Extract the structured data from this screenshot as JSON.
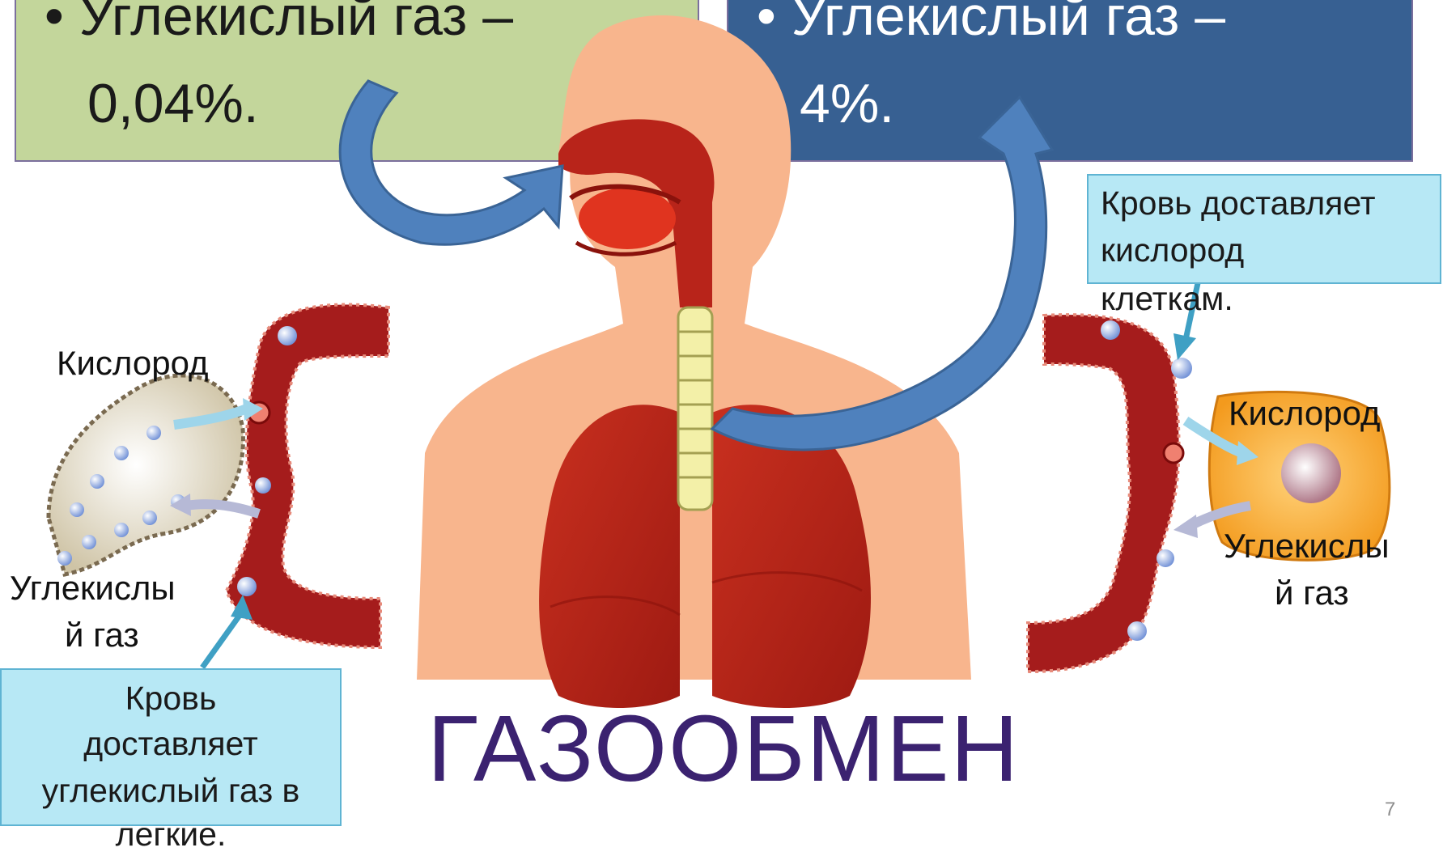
{
  "inhaled_box": {
    "line1": "• Углекислый газ –",
    "line2": "0,04%."
  },
  "exhaled_box": {
    "line1": "• Углекислый газ –",
    "line2": "4%."
  },
  "left_labels": {
    "oxygen": "Кислород",
    "co2_line1": "Углекислы",
    "co2_line2": "й газ"
  },
  "right_labels": {
    "oxygen": "Кислород",
    "co2_line1": "Углекислы",
    "co2_line2": "й газ"
  },
  "callout_right": {
    "line1": "Кровь доставляет",
    "line2": "кислород",
    "line3": "клеткам."
  },
  "callout_left": {
    "line1": "Кровь",
    "line2": "доставляет",
    "line3": "углекислый газ в",
    "line4": "легкие."
  },
  "title": "ГАЗООБМЕН",
  "slide_number": "7",
  "colors": {
    "inhaled_bg": "#c3d69b",
    "exhaled_bg": "#376092",
    "title": "#3b2270",
    "callout_bg": "#b7e8f5",
    "arrow": "#4f81bd",
    "vessel": "#a51c1c",
    "skin": "#f7b38a",
    "lung": "#c1271a"
  }
}
